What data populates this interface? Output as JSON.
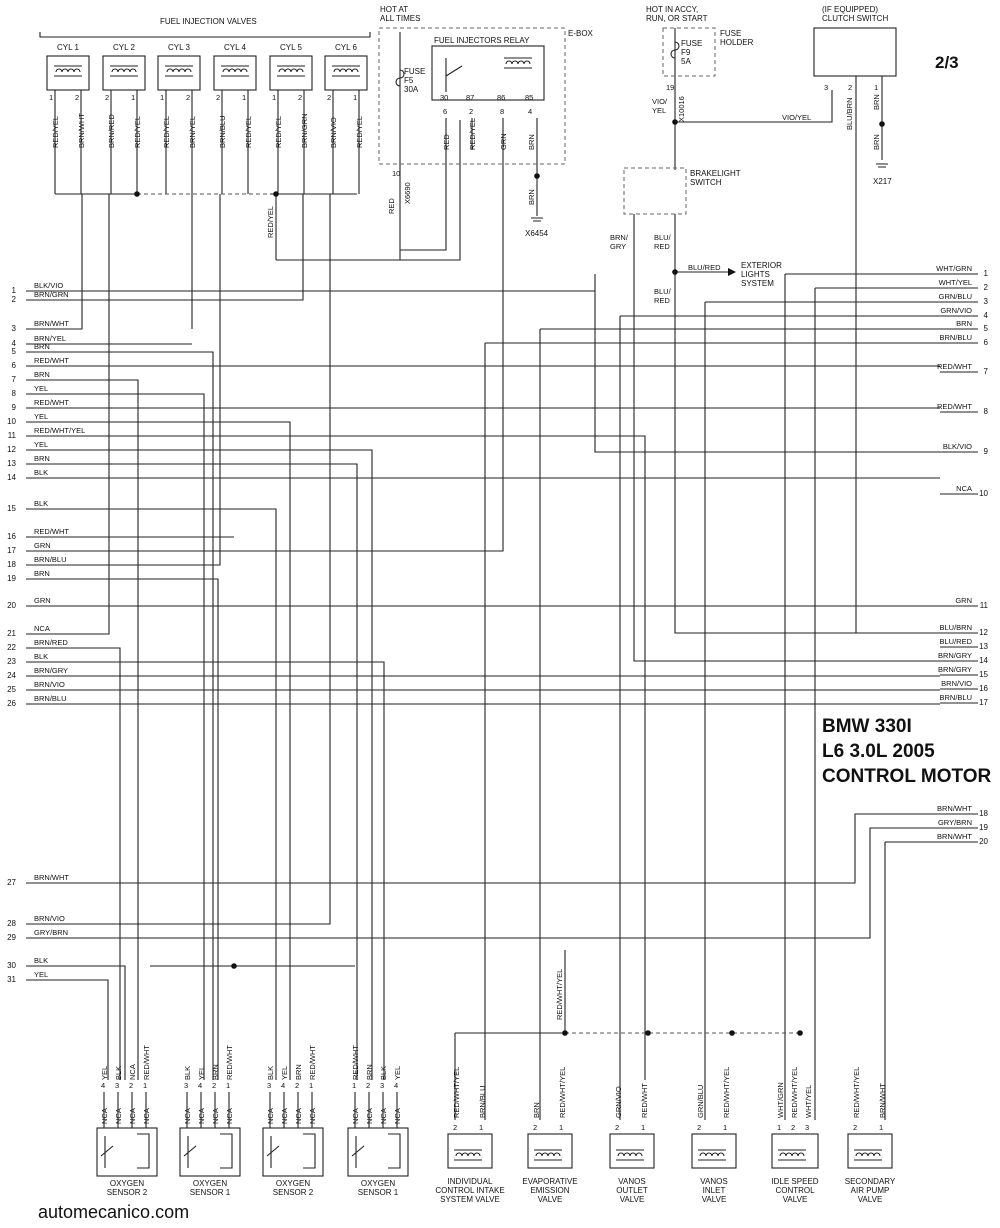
{
  "page_number": "2/3",
  "title": {
    "line1": "BMW 330I",
    "line2": "L6 3.0L 2005",
    "line3": "CONTROL MOTOR"
  },
  "website": "automecanico.com",
  "top": {
    "fuel_injection_valves": "FUEL INJECTION VALVES",
    "hot_at_all_times": "HOT AT\nALL TIMES",
    "hot_in_accy": "HOT IN ACCY,\nRUN, OR START",
    "clutch_switch": "(IF EQUIPPED)\nCLUTCH SWITCH",
    "fuel_injectors_relay": "FUEL INJECTORS RELAY",
    "e_box": "E-BOX",
    "fuse_f5": "FUSE\nF5\n30A",
    "fuse_f9": "FUSE\nF9\n5A",
    "fuse_holder": "FUSE\nHOLDER",
    "brake_light_switch": "BRAKELIGHT\nSWITCH",
    "exterior_lights": "EXTERIOR\nLIGHTS\nSYSTEM",
    "x217": "X217",
    "x6454": "X6454",
    "x6690": "X6690",
    "x10016": "X10016"
  },
  "injectors": [
    {
      "name": "CYL 1",
      "pins": [
        "1",
        "2"
      ],
      "wires": [
        "RED/YEL",
        "BRN/WHT"
      ]
    },
    {
      "name": "CYL 2",
      "pins": [
        "2",
        "1"
      ],
      "wires": [
        "BRN/RED",
        "RED/YEL"
      ]
    },
    {
      "name": "CYL 3",
      "pins": [
        "1",
        "2"
      ],
      "wires": [
        "RED/YEL",
        "BRN/YEL"
      ]
    },
    {
      "name": "CYL 4",
      "pins": [
        "2",
        "1"
      ],
      "wires": [
        "BRN/BLU",
        "RED/YEL"
      ]
    },
    {
      "name": "CYL 5",
      "pins": [
        "1",
        "2"
      ],
      "wires": [
        "RED/YEL",
        "BRN/GRN"
      ]
    },
    {
      "name": "CYL 6",
      "pins": [
        "2",
        "1"
      ],
      "wires": [
        "BRN/VIO",
        "RED/YEL"
      ]
    }
  ],
  "left_pins": [
    {
      "n": "1",
      "w": "BLK/VIO"
    },
    {
      "n": "2",
      "w": "BRN/GRN"
    },
    {
      "n": "3",
      "w": "BRN/WHT"
    },
    {
      "n": "4",
      "w": "BRN/YEL"
    },
    {
      "n": "5",
      "w": "BRN"
    },
    {
      "n": "6",
      "w": "RED/WHT"
    },
    {
      "n": "7",
      "w": "BRN"
    },
    {
      "n": "8",
      "w": "YEL"
    },
    {
      "n": "9",
      "w": "RED/WHT"
    },
    {
      "n": "10",
      "w": "YEL"
    },
    {
      "n": "11",
      "w": "RED/WHT/YEL"
    },
    {
      "n": "12",
      "w": "YEL"
    },
    {
      "n": "13",
      "w": "BRN"
    },
    {
      "n": "14",
      "w": "BLK"
    },
    {
      "n": "15",
      "w": "BLK"
    },
    {
      "n": "16",
      "w": "RED/WHT"
    },
    {
      "n": "17",
      "w": "GRN"
    },
    {
      "n": "18",
      "w": "BRN/BLU"
    },
    {
      "n": "19",
      "w": "BRN"
    },
    {
      "n": "20",
      "w": "GRN"
    },
    {
      "n": "21",
      "w": "NCA"
    },
    {
      "n": "22",
      "w": "BRN/RED"
    },
    {
      "n": "23",
      "w": "BLK"
    },
    {
      "n": "24",
      "w": "BRN/GRY"
    },
    {
      "n": "25",
      "w": "BRN/VIO"
    },
    {
      "n": "26",
      "w": "BRN/BLU"
    },
    {
      "n": "27",
      "w": "BRN/WHT"
    },
    {
      "n": "28",
      "w": "BRN/VIO"
    },
    {
      "n": "29",
      "w": "GRY/BRN"
    },
    {
      "n": "30",
      "w": "BLK"
    },
    {
      "n": "31",
      "w": "YEL"
    }
  ],
  "right_pins": [
    {
      "n": "1",
      "w": "WHT/GRN"
    },
    {
      "n": "2",
      "w": "WHT/YEL"
    },
    {
      "n": "3",
      "w": "GRN/BLU"
    },
    {
      "n": "4",
      "w": "GRN/VIO"
    },
    {
      "n": "5",
      "w": "BRN"
    },
    {
      "n": "6",
      "w": "BRN/BLU"
    },
    {
      "n": "7",
      "w": "RED/WHT"
    },
    {
      "n": "8",
      "w": "RED/WHT"
    },
    {
      "n": "9",
      "w": "BLK/VIO"
    },
    {
      "n": "10",
      "w": "NCA"
    },
    {
      "n": "11",
      "w": "GRN"
    },
    {
      "n": "12",
      "w": "BLU/BRN"
    },
    {
      "n": "13",
      "w": "BLU/RED"
    },
    {
      "n": "14",
      "w": "BRN/GRY"
    },
    {
      "n": "15",
      "w": "BRN/GRY"
    },
    {
      "n": "16",
      "w": "BRN/VIO"
    },
    {
      "n": "17",
      "w": "BRN/BLU"
    },
    {
      "n": "18",
      "w": "BRN/WHT"
    },
    {
      "n": "19",
      "w": "GRY/BRN"
    },
    {
      "n": "20",
      "w": "BRN/WHT"
    }
  ],
  "oxygen_sensors": [
    {
      "name": "OXYGEN\nSENSOR 2",
      "pins": [
        "4",
        "3",
        "2",
        "1"
      ],
      "wires": [
        "YEL",
        "BLK",
        "NCA",
        "RED/WHT"
      ]
    },
    {
      "name": "OXYGEN\nSENSOR 1",
      "pins": [
        "3",
        "4",
        "2",
        "1"
      ],
      "wires": [
        "BLK",
        "YEL",
        "BRN",
        "RED/WHT"
      ]
    },
    {
      "name": "OXYGEN\nSENSOR 2",
      "pins": [
        "3",
        "4",
        "2",
        "1"
      ],
      "wires": [
        "BLK",
        "YEL",
        "BRN",
        "RED/WHT"
      ]
    },
    {
      "name": "OXYGEN\nSENSOR 1",
      "pins": [
        "1",
        "2",
        "3",
        "4"
      ],
      "wires": [
        "RED/WHT",
        "BRN",
        "BLK",
        "YEL"
      ]
    }
  ],
  "valves": [
    {
      "name": "INDIVIDUAL\nCONTROL INTAKE\nSYSTEM VALVE",
      "pins": [
        "2",
        "1"
      ],
      "wires": [
        "RED/WHT/YEL",
        "BRN/BLU"
      ]
    },
    {
      "name": "EVAPORATIVE\nEMISSION\nVALVE",
      "pins": [
        "2",
        "1"
      ],
      "wires": [
        "BRN",
        "RED/WHT/YEL"
      ]
    },
    {
      "name": "VANOS\nOUTLET\nVALVE",
      "pins": [
        "2",
        "1"
      ],
      "wires": [
        "GRN/VIO",
        "RED/WHT"
      ]
    },
    {
      "name": "VANOS\nINLET\nVALVE",
      "pins": [
        "2",
        "1"
      ],
      "wires": [
        "GRN/BLU",
        "RED/WHT/YEL"
      ]
    },
    {
      "name": "IDLE SPEED\nCONTROL\nVALVE",
      "pins": [
        "1",
        "2",
        "3"
      ],
      "wires": [
        "WHT/GRN",
        "RED/WHT/YEL",
        "WHT/YEL"
      ]
    },
    {
      "name": "SECONDARY\nAIR PUMP\nVALVE",
      "pins": [
        "2",
        "1"
      ],
      "wires": [
        "RED/WHT/YEL",
        "BRN/WHT"
      ]
    }
  ],
  "misc": {
    "relay_pins": [
      "30",
      "87",
      "86",
      "85"
    ],
    "relay_pin_nums": [
      "6",
      "2",
      "8",
      "4"
    ],
    "relay_wires": [
      "RED",
      "RED/YEL",
      "GRN",
      "BRN"
    ],
    "red_yel": "RED/YEL",
    "red": "RED",
    "brn": "BRN",
    "vio_yel": "VIO/YEL",
    "blu_red": "BLU/RED",
    "brn_gry": "BRN/\nGRY",
    "blu_red2": "BLU/\nRED",
    "blu_brn": "BLU/BRN",
    "red_wht_yel": "RED/WHT/YEL",
    "n10": "10",
    "n19": "19",
    "n1": "1",
    "n3": "3",
    "n4": "4",
    "n2": "2"
  }
}
